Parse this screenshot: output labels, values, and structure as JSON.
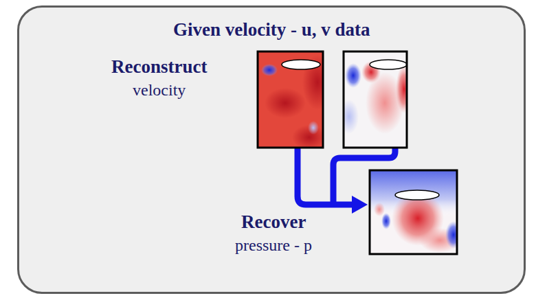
{
  "diagram": {
    "nodes": [
      {
        "text": [
          "Given velocity - u, v data"
        ]
      }
    ],
    "labels": [
      "Reconstruct",
      "velocity",
      "Recover",
      "pressure - p"
    ]
  }
}
